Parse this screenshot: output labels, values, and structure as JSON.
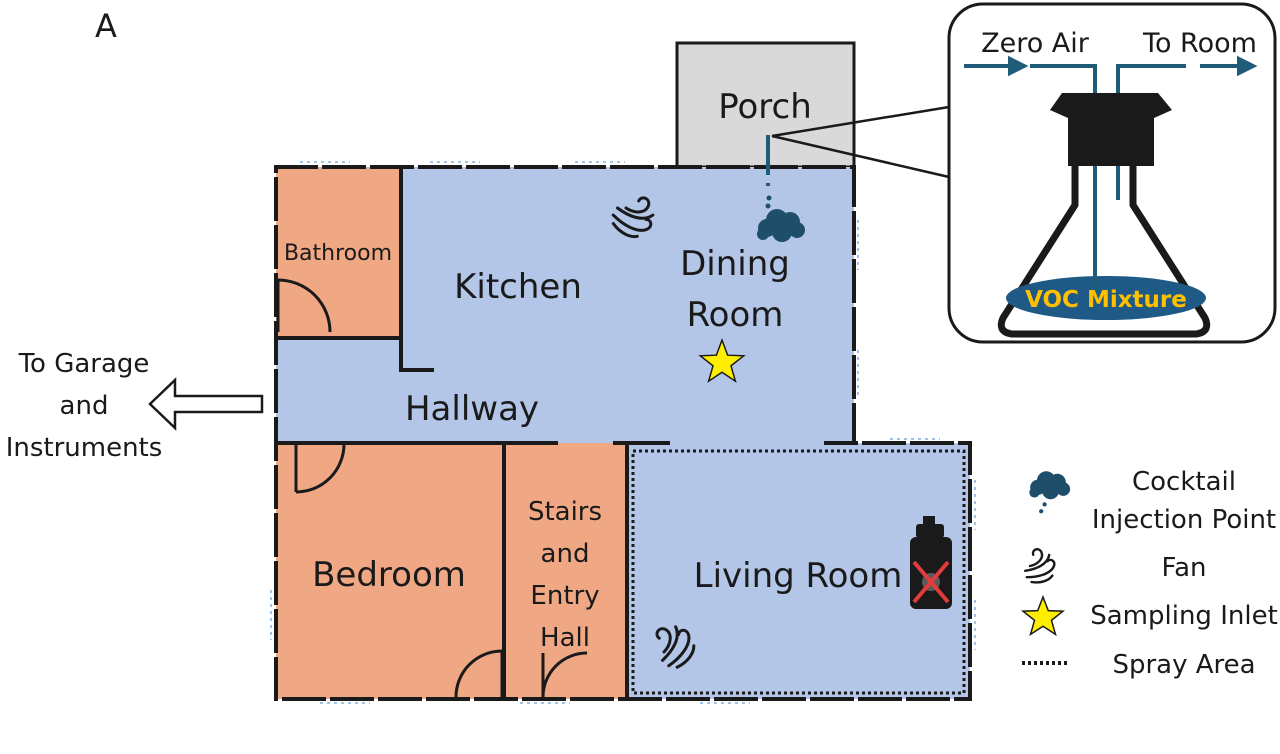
{
  "panel_label": "A",
  "colors": {
    "blue_room": "#b4c6e7",
    "orange_room": "#f0a884",
    "porch": "#d9d9d9",
    "wall": "#1a1a1a",
    "window": "#9dc3e6",
    "accent_teal": "#1f5c7a",
    "cloud": "#1f4e6b",
    "star": "#ffee00",
    "voc_fill": "#1f5a86",
    "voc_text": "#ffc000"
  },
  "rooms": {
    "porch": "Porch",
    "bathroom": "Bathroom",
    "kitchen": "Kitchen",
    "dining_line1": "Dining",
    "dining_line2": "Room",
    "hallway": "Hallway",
    "bedroom": "Bedroom",
    "stairs_line1": "Stairs",
    "stairs_line2": "and",
    "stairs_line3": "Entry",
    "stairs_line4": "Hall",
    "living": "Living Room"
  },
  "exit": {
    "line1": "To Garage",
    "line2": "and",
    "line3": "Instruments"
  },
  "inset": {
    "zero_air": "Zero Air",
    "to_room": "To Room",
    "voc_mixture": "VOC Mixture"
  },
  "legend": {
    "cocktail_line1": "Cocktail",
    "cocktail_line2": "Injection Point",
    "fan": "Fan",
    "sampling": "Sampling Inlet",
    "spray": "Spray Area",
    "cocktail_icon": "cloud-injection-icon",
    "fan_icon": "fan-icon",
    "sampling_icon": "star-icon",
    "spray_icon": "dotted-line-icon"
  }
}
